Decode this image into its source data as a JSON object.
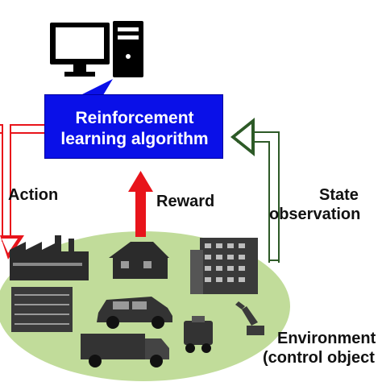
{
  "algorithm_box": {
    "line1": "Reinforcement",
    "line2": "learning algorithm",
    "color": "#0a10e8"
  },
  "labels": {
    "action": "Action",
    "reward": "Reward",
    "state_line1": "State",
    "state_line2": "observation",
    "environment_line1": "Environment",
    "environment_line2": "(control object"
  },
  "colors": {
    "action_arrow": "#e8141b",
    "reward_arrow": "#e8141b",
    "state_arrow": "#2d5a27",
    "environment_ellipse": "#c1dc9a"
  },
  "icons": [
    "computer-monitor-icon",
    "computer-tower-icon",
    "factory-icon",
    "house-icon",
    "apartment-building-icon",
    "office-building-icon",
    "suv-car-icon",
    "truck-icon",
    "robot-cart-icon",
    "robot-arm-icon"
  ]
}
